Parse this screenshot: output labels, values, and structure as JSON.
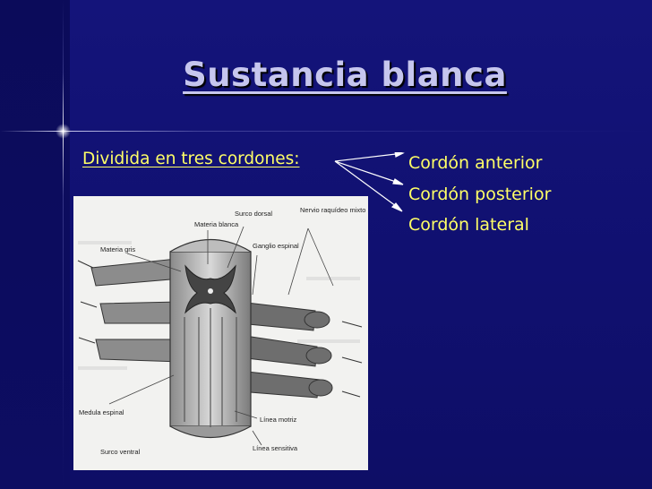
{
  "slide": {
    "title": "Sustancia blanca",
    "subtitle": "Dividida en tres cordones:",
    "items": [
      {
        "label": "Cordón anterior"
      },
      {
        "label": "Cordón posterior"
      },
      {
        "label": "Cordón lateral"
      }
    ],
    "colors": {
      "background": "#12127a",
      "title": "#c6c6ee",
      "text": "#ffff66"
    }
  },
  "figure": {
    "labels": {
      "materia_blanca": "Materia blanca",
      "surco_dorsal": "Surco dorsal",
      "nervio_raquideo_mixto": "Nervio raquídeo mixto",
      "materia_gris": "Materia gris",
      "ganglio_espinal": "Ganglio espinal",
      "medula_espinal": "Medula espinal",
      "linea_motriz": "Línea motriz",
      "surco_ventral": "Surco ventral",
      "linea_sensitiva": "Línea sensitiva"
    }
  }
}
